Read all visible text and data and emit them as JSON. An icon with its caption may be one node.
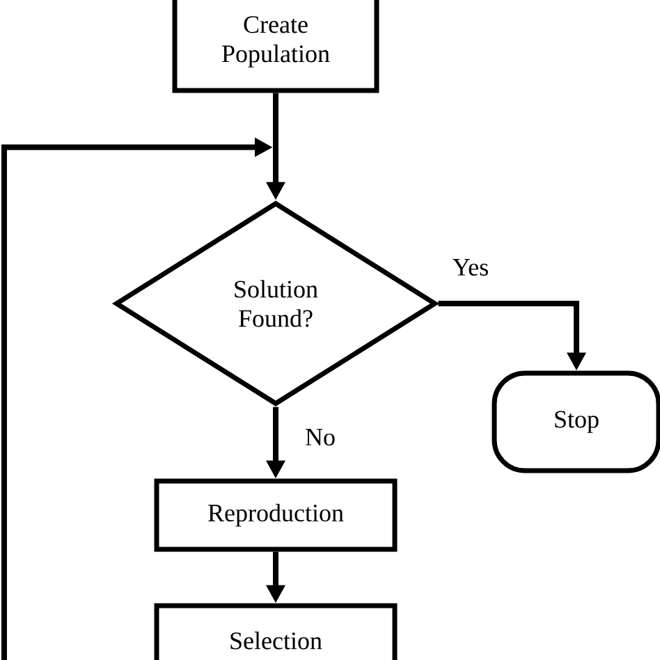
{
  "diagram": {
    "nodes": [
      {
        "text": [
          "Create Population"
        ]
      },
      {
        "text": [
          "Solution Found?"
        ]
      },
      {
        "text": [
          "Stop"
        ]
      },
      {
        "text": [
          "Reproduction"
        ]
      },
      {
        "text": [
          "Selection"
        ]
      }
    ],
    "edges": [
      {
        "from": 0,
        "to": 1,
        "arrow": "to"
      },
      {
        "from": 1,
        "to": 2,
        "label": "Yes",
        "arrow": "to"
      },
      {
        "from": 1,
        "to": 3,
        "label": "No",
        "arrow": "to"
      },
      {
        "from": 3,
        "to": 4,
        "arrow": "to"
      },
      {
        "from": null,
        "to": 1,
        "arrow": "to"
      }
    ]
  }
}
